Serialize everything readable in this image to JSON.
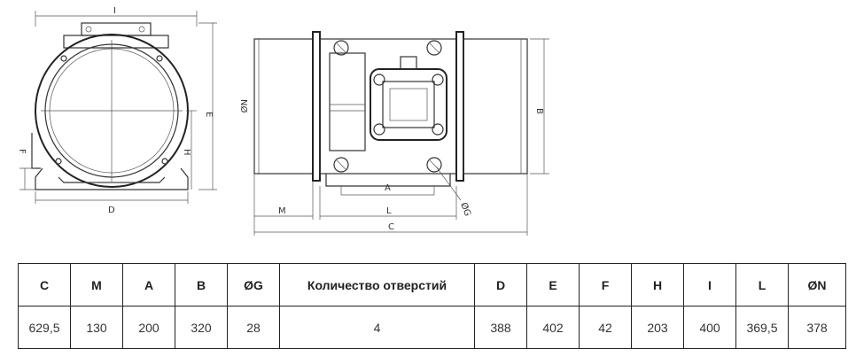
{
  "drawing_labels": {
    "front_width": "I",
    "front_height": "E",
    "front_axis_height": "H",
    "front_foot": "F",
    "front_base": "D",
    "side_diameter": "NØ",
    "side_height": "B",
    "side_hole_spacing": "A",
    "side_length_l": "L",
    "side_m": "M",
    "side_total": "C",
    "side_hole_diameter": "ØG"
  },
  "table": {
    "headers": [
      "C",
      "M",
      "A",
      "B",
      "ØG",
      "Количество отверстий",
      "D",
      "E",
      "F",
      "H",
      "I",
      "L",
      "ØN"
    ],
    "row": [
      "629,5",
      "130",
      "200",
      "320",
      "28",
      "4",
      "388",
      "402",
      "42",
      "203",
      "400",
      "369,5",
      "378"
    ]
  }
}
